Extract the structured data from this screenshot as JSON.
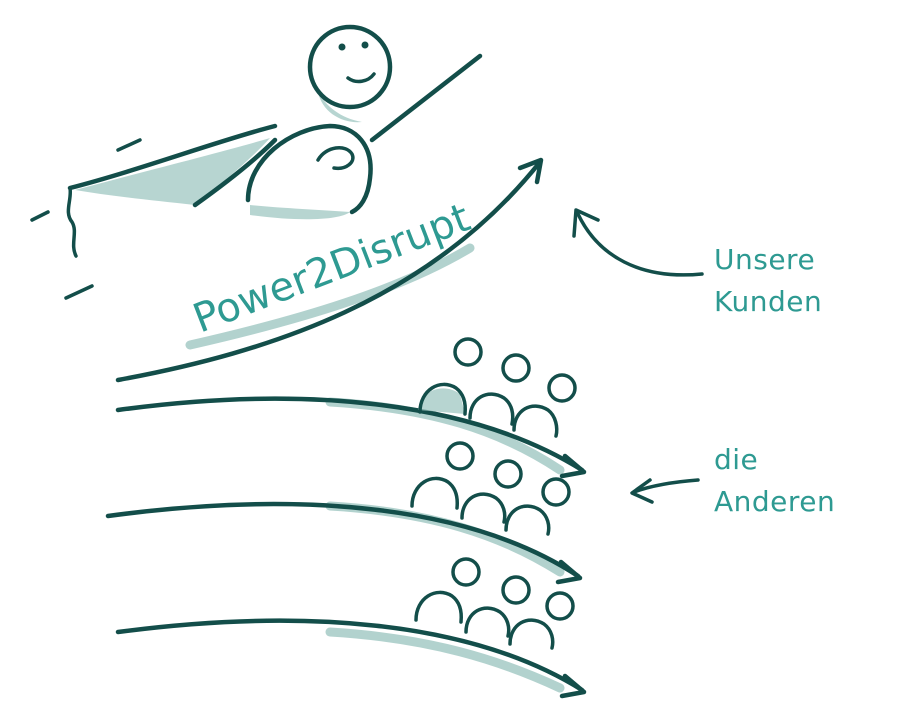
{
  "brand_text": "Power2Disrupt",
  "labels": {
    "customers_line1": "Unsere",
    "customers_line2": "Kunden",
    "others_line1": "die",
    "others_line2": "Anderen"
  },
  "colors": {
    "ink": "#134e4a",
    "lettering": "#2e9a92",
    "shadow": "#9fc7c2"
  },
  "icons": [
    "superhero-stick-figure-icon",
    "wave-arrow-icon",
    "people-group-icon",
    "pointer-arrow-icon"
  ]
}
